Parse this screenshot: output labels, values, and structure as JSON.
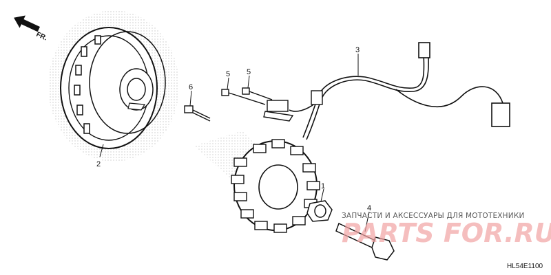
{
  "orientation": {
    "label": "FR."
  },
  "callouts": [
    "1",
    "2",
    "3",
    "4",
    "5",
    "5",
    "6"
  ],
  "watermark": {
    "text": "ЗАПЧАСТИ И АКСЕССУАРЫ ДЛЯ МОТОТЕХНИКИ",
    "brand": "PARTS FOR.RU",
    "brand_color": "#e23b3b"
  },
  "diagram_code": "HL54E1100"
}
